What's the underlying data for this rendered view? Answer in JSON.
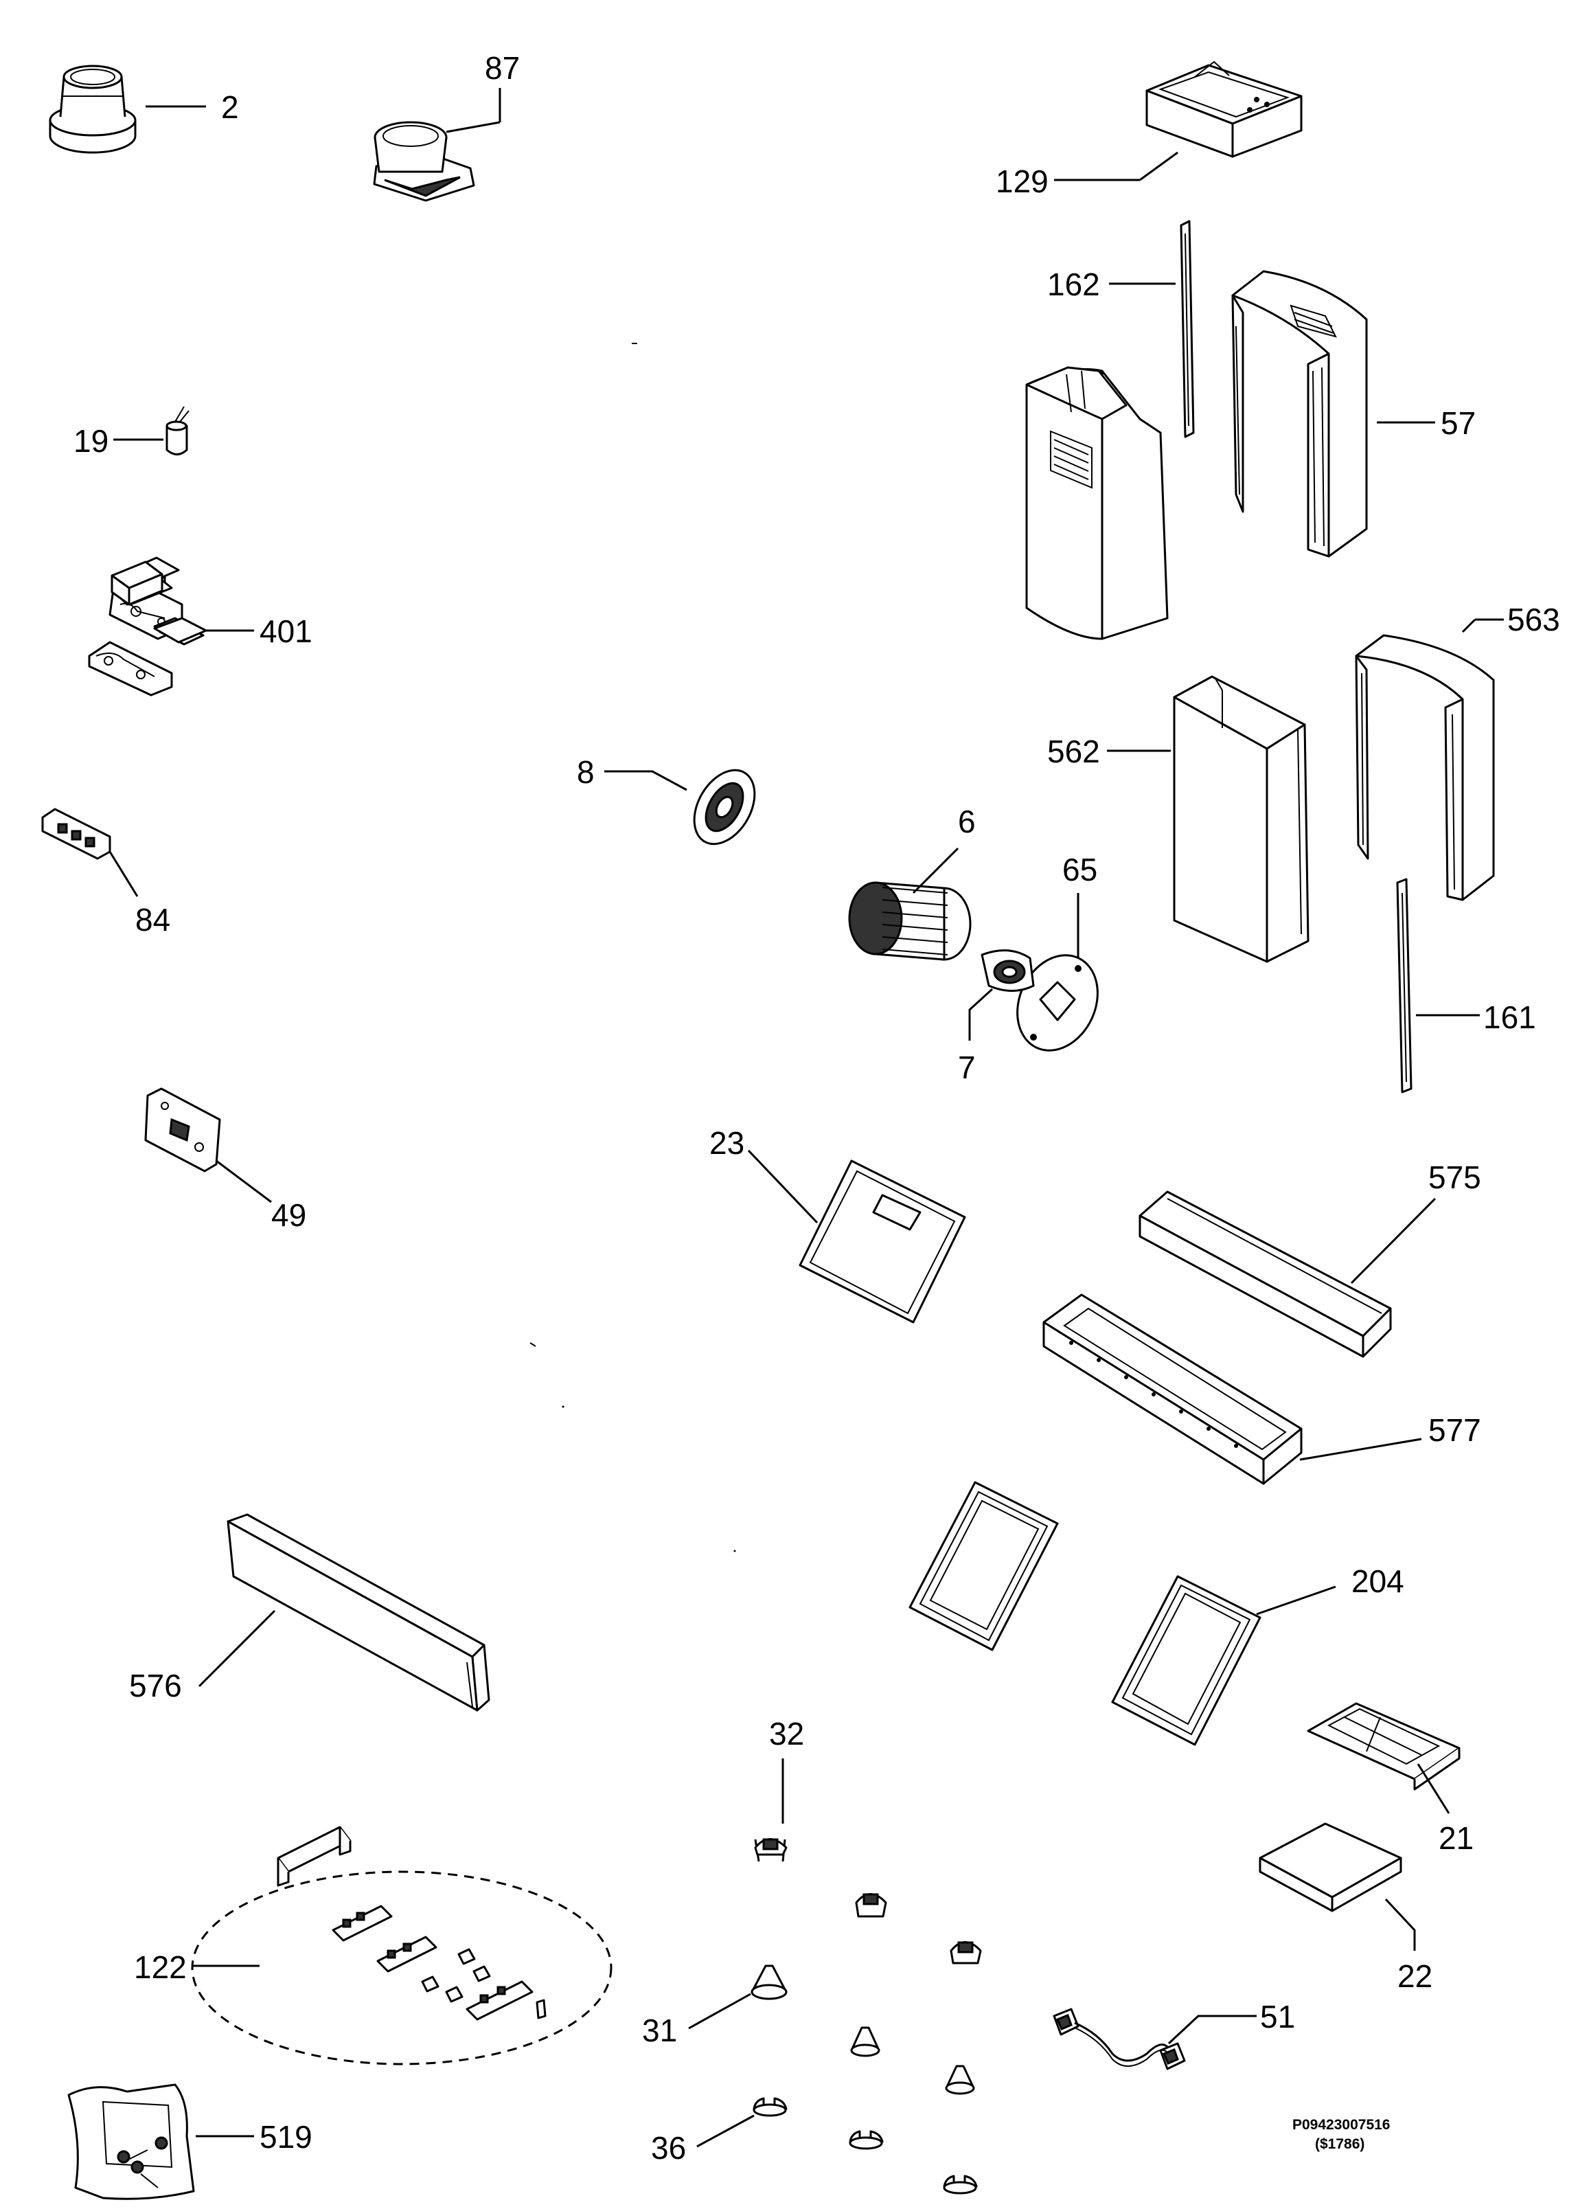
{
  "drawing_code": "P09423007516",
  "drawing_sub": "($1786)",
  "labels": {
    "p2": "2",
    "p87": "87",
    "p129": "129",
    "p162": "162",
    "p57": "57",
    "p19": "19",
    "p401": "401",
    "p563": "563",
    "p562": "562",
    "p8": "8",
    "p84": "84",
    "p6": "6",
    "p65": "65",
    "p7": "7",
    "p161": "161",
    "p49": "49",
    "p23": "23",
    "p575": "575",
    "p577": "577",
    "p204": "204",
    "p576": "576",
    "p32": "32",
    "p21": "21",
    "p22": "22",
    "p122": "122",
    "p51": "51",
    "p31": "31",
    "p519": "519",
    "p36": "36"
  }
}
